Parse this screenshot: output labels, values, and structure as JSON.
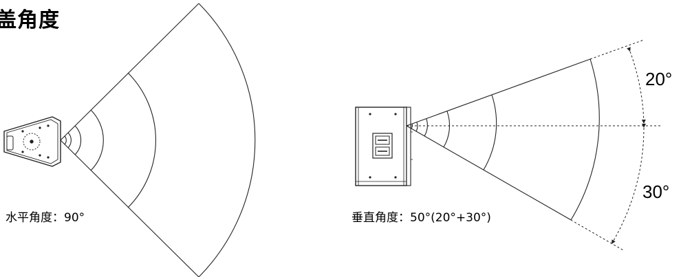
{
  "title": "盖角度",
  "horizontal": {
    "caption": "水平角度：90°"
  },
  "vertical": {
    "caption": "垂直角度：50°(20°+30°)",
    "upper_angle_label": "20°",
    "lower_angle_label": "30°"
  },
  "colors": {
    "line": "#222222",
    "background": "#ffffff"
  }
}
